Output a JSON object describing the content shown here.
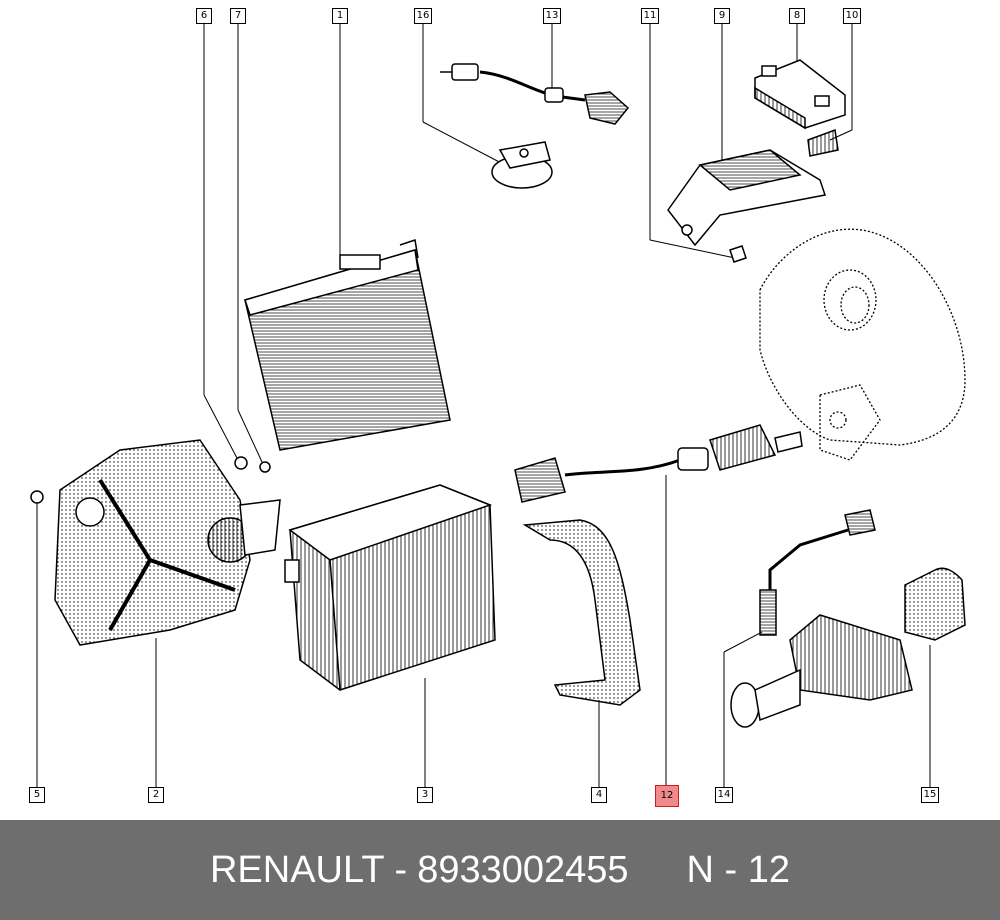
{
  "callouts": [
    {
      "label": "6",
      "highlight": false
    },
    {
      "label": "7",
      "highlight": false
    },
    {
      "label": "1",
      "highlight": false
    },
    {
      "label": "16",
      "highlight": false
    },
    {
      "label": "13",
      "highlight": false
    },
    {
      "label": "11",
      "highlight": false
    },
    {
      "label": "9",
      "highlight": false
    },
    {
      "label": "8",
      "highlight": false
    },
    {
      "label": "10",
      "highlight": false
    },
    {
      "label": "5",
      "highlight": false
    },
    {
      "label": "2",
      "highlight": false
    },
    {
      "label": "3",
      "highlight": false
    },
    {
      "label": "4",
      "highlight": false
    },
    {
      "label": "12",
      "highlight": true
    },
    {
      "label": "14",
      "highlight": false
    },
    {
      "label": "15",
      "highlight": false
    }
  ],
  "footer": {
    "brand": "RENAULT",
    "separator": "-",
    "part_number": "8933002455",
    "reference": "N - 12"
  },
  "colors": {
    "highlight_fill": "#f08a8a",
    "footer_bg": "#6e6e6e",
    "footer_text": "#ffffff"
  }
}
